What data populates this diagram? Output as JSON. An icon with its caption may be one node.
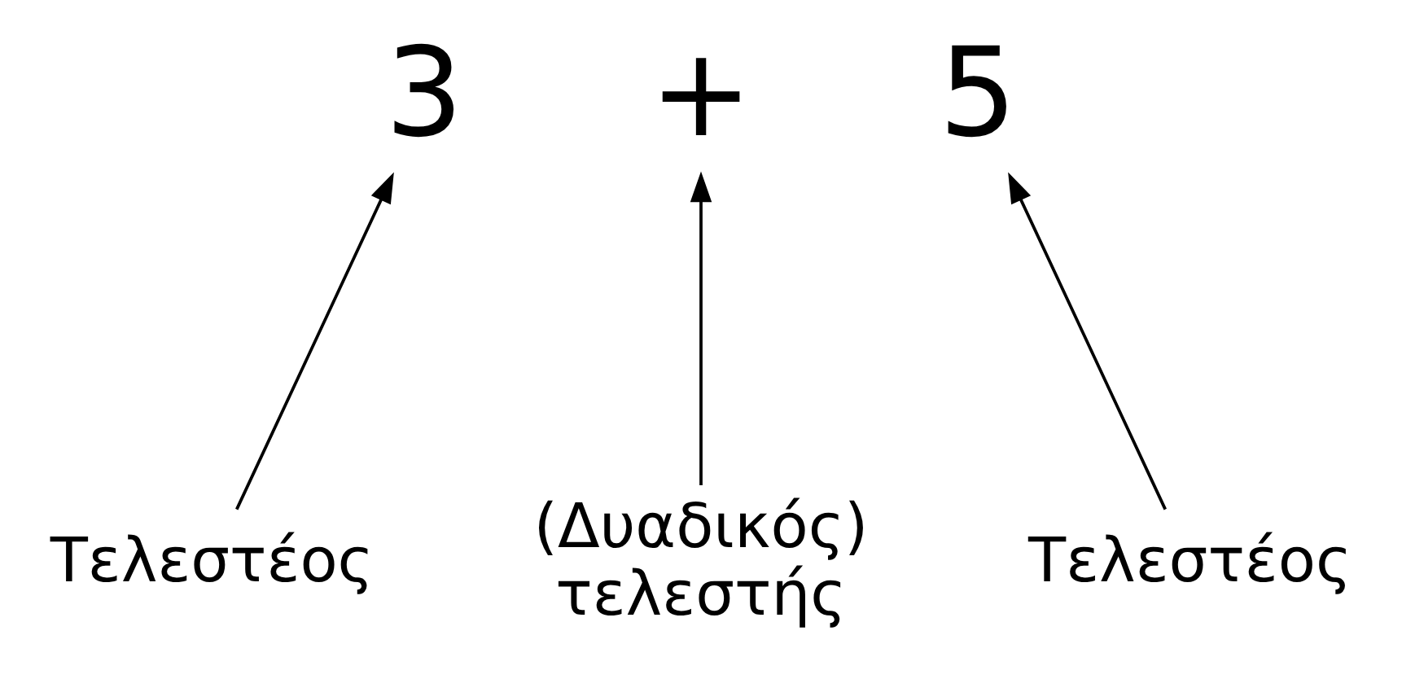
{
  "diagram": {
    "nodes": [
      {
        "text": [
          "3"
        ]
      },
      {
        "text": [
          "+"
        ]
      },
      {
        "text": [
          "5"
        ]
      },
      {
        "text": [
          "Τελεστέος"
        ]
      },
      {
        "text": [
          "(Δυαδικός) τελεστής"
        ]
      },
      {
        "text": [
          "Τελεστέος"
        ]
      }
    ],
    "edges": [
      {
        "from": 3,
        "to": 0,
        "arrow": "to"
      },
      {
        "from": 4,
        "to": 1,
        "arrow": "to"
      },
      {
        "from": 5,
        "to": 2,
        "arrow": "to"
      }
    ]
  }
}
